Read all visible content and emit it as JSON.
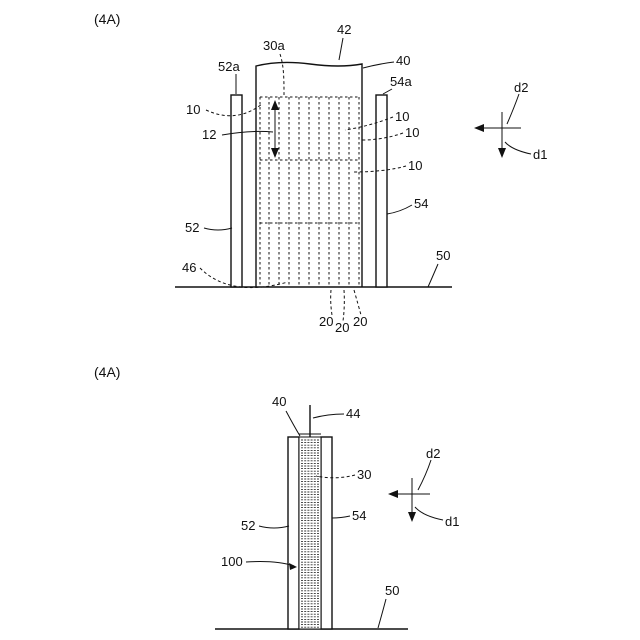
{
  "diagram_a": {
    "figure_label": "(4A)",
    "labels": {
      "l42": "42",
      "l30a": "30a",
      "l40": "40",
      "l52a": "52a",
      "l54a": "54a",
      "l10a": "10",
      "l10b": "10",
      "l10c": "10",
      "l10d": "10",
      "l12": "12",
      "l52": "52",
      "l54": "54",
      "l46": "46",
      "l50": "50",
      "l20a": "20",
      "l20b": "20",
      "l20c": "20",
      "d2": "d2",
      "d1": "d1"
    }
  },
  "diagram_b": {
    "figure_label": "(4A)",
    "labels": {
      "l40": "40",
      "l44": "44",
      "l30": "30",
      "l52": "52",
      "l54": "54",
      "l100": "100",
      "l50": "50",
      "d2": "d2",
      "d1": "d1"
    }
  }
}
